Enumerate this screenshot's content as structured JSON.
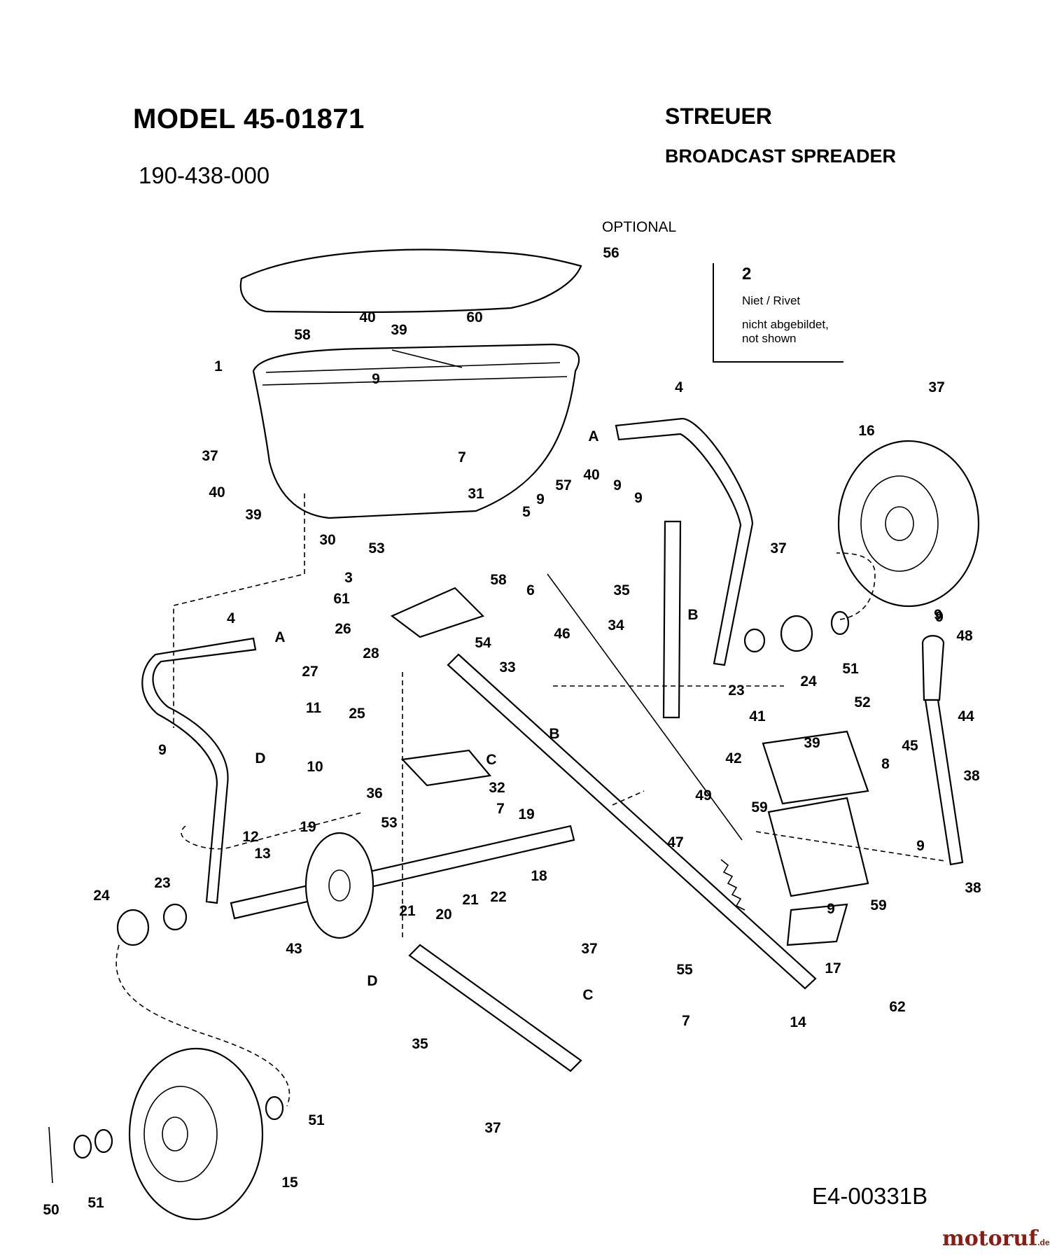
{
  "header": {
    "model": "MODEL 45-01871",
    "part_number": "190-438-000",
    "title_de": "STREUER",
    "title_en": "BROADCAST SPREADER"
  },
  "optional_label": "OPTIONAL",
  "note": {
    "number": "2",
    "item": "Niet / Rivet",
    "status_de": "nicht abgebildet,",
    "status_en": "not shown"
  },
  "reference": "E4-00331B",
  "watermark": {
    "brand": "motoruf",
    "suffix": ".de",
    "color": "#8a1c14"
  },
  "callouts": [
    "56",
    "40",
    "39",
    "58",
    "60",
    "1",
    "9",
    "37",
    "7",
    "40",
    "39",
    "31",
    "5",
    "9",
    "57",
    "40",
    "9",
    "9",
    "30",
    "53",
    "58",
    "6",
    "3",
    "61",
    "26",
    "46",
    "28",
    "54",
    "33",
    "27",
    "25",
    "11",
    "10",
    "36",
    "32",
    "7",
    "53",
    "19",
    "19",
    "4",
    "A",
    "9",
    "D",
    "12",
    "13",
    "24",
    "23",
    "43",
    "21",
    "20",
    "21",
    "22",
    "18",
    "B",
    "C",
    "34",
    "35",
    "B",
    "23",
    "24",
    "51",
    "9",
    "4",
    "A",
    "37",
    "16",
    "37",
    "9",
    "48",
    "44",
    "52",
    "41",
    "39",
    "42",
    "8",
    "45",
    "49",
    "59",
    "9",
    "38",
    "38",
    "47",
    "59",
    "37",
    "9",
    "17",
    "62",
    "55",
    "7",
    "14",
    "35",
    "D",
    "C",
    "37",
    "51",
    "51",
    "15",
    "50"
  ]
}
